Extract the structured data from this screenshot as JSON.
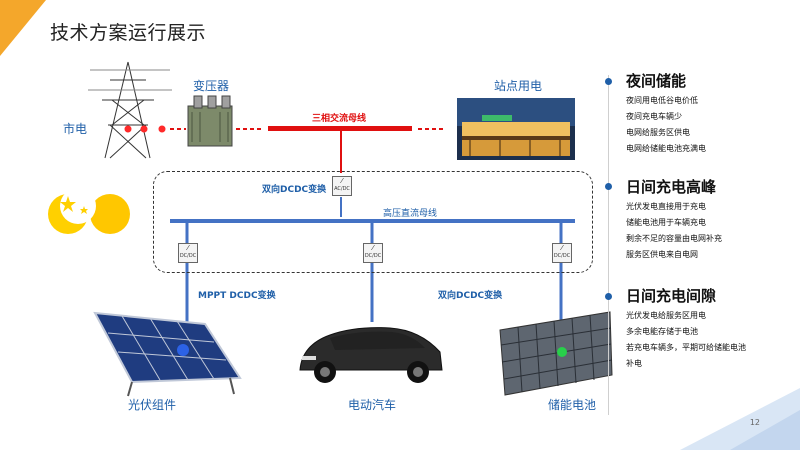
{
  "title": "技术方案运行展示",
  "labels": {
    "grid": "市电",
    "transformer": "变压器",
    "station_load": "站点用电",
    "ac_bus": "三相交流母线",
    "bidir_top": "双向DCDC变换",
    "dc_bus": "高压直流母线",
    "mppt": "MPPT DCDC变换",
    "bidir_right": "双向DCDC变换",
    "pv": "光伏组件",
    "ev": "电动汽车",
    "battery": "储能电池",
    "conv_top": "AC/DC",
    "conv_dc": "DC/DC"
  },
  "sections": [
    {
      "title": "夜间储能",
      "items": [
        "夜间用电低谷电价低",
        "夜间充电车辆少",
        "电网给服务区供电",
        "电网给储能电池充满电"
      ]
    },
    {
      "title": "日间充电高峰",
      "items": [
        "光伏发电直接用于充电",
        "储能电池用于车辆充电",
        "剩余不足的容量由电网补充",
        "服务区供电来自电网"
      ]
    },
    {
      "title": "日间充电间隙",
      "items": [
        "光伏发电给服务区用电",
        "多余电能存储于电池",
        "若充电车辆多，平期可给储能电池",
        "补电"
      ]
    }
  ],
  "page_number": "12",
  "colors": {
    "accent_orange": "#f4a72b",
    "bus_blue": "#4472c4",
    "ac_red": "#e01010",
    "label_blue": "#1f5fa8"
  }
}
